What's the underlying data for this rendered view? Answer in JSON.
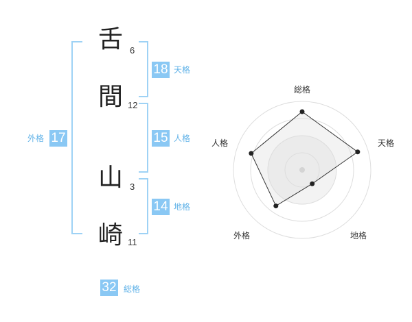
{
  "name_chars": [
    {
      "char": "舌",
      "strokes": "6"
    },
    {
      "char": "間",
      "strokes": "12"
    },
    {
      "char": "山",
      "strokes": "3"
    },
    {
      "char": "崎",
      "strokes": "11"
    }
  ],
  "fortunes": {
    "tenkaku": {
      "value": "18",
      "label": "天格"
    },
    "jinkaku": {
      "value": "15",
      "label": "人格"
    },
    "chikaku": {
      "value": "14",
      "label": "地格"
    },
    "gaikaku": {
      "value": "17",
      "label": "外格"
    },
    "soukaku": {
      "value": "32",
      "label": "総格"
    }
  },
  "colors": {
    "accent": "#8ac8f4",
    "accent_text": "#62b3e8",
    "bracket": "#9ed2f5"
  },
  "chart_data": {
    "type": "radar",
    "axes": [
      "総格",
      "天格",
      "地格",
      "外格",
      "人格"
    ],
    "values": [
      0.85,
      0.85,
      0.25,
      0.65,
      0.78
    ],
    "rings": 4
  }
}
